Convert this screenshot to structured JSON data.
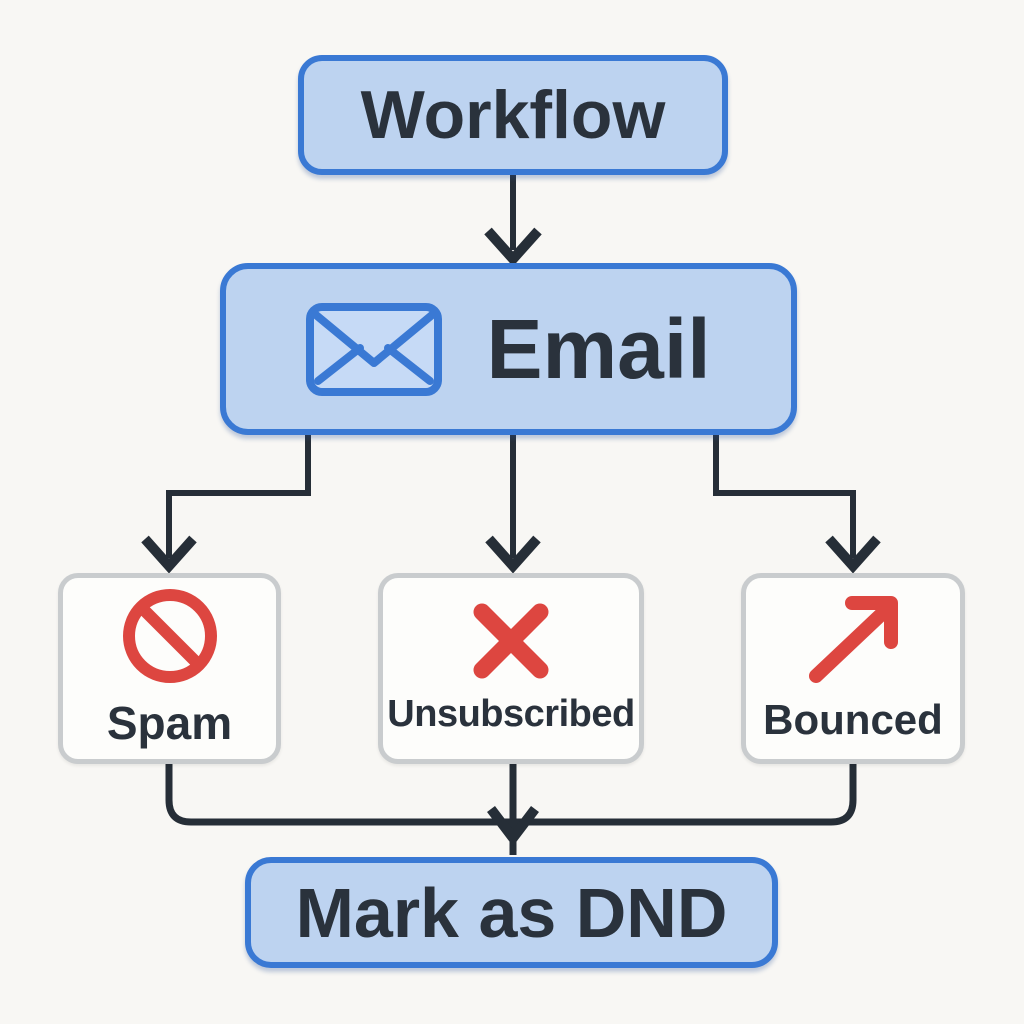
{
  "colors": {
    "background": "#f8f7f4",
    "node_fill_blue": "#bdd3f0",
    "node_border_blue": "#3a79d4",
    "node_fill_white": "#fdfdfb",
    "node_border_gray": "#c9ccce",
    "connector": "#262e37",
    "text_dark": "#2a323c",
    "icon_red": "#dd4640",
    "icon_blue": "#3a79d4",
    "envelope_fill": "#c6daf6"
  },
  "nodes": {
    "workflow": {
      "label": "Workflow"
    },
    "email": {
      "label": "Email",
      "icon": "envelope-icon"
    },
    "spam": {
      "label": "Spam",
      "icon": "prohibition-icon"
    },
    "unsubscribed": {
      "label": "Unsubscribed",
      "icon": "cross-icon"
    },
    "bounced": {
      "label": "Bounced",
      "icon": "arrow-up-right-icon"
    },
    "mark_as_dnd": {
      "label": "Mark as DND"
    }
  },
  "edges": [
    {
      "from": "workflow",
      "to": "email"
    },
    {
      "from": "email",
      "to": "spam"
    },
    {
      "from": "email",
      "to": "unsubscribed"
    },
    {
      "from": "email",
      "to": "bounced"
    },
    {
      "from": "spam",
      "to": "mark_as_dnd"
    },
    {
      "from": "unsubscribed",
      "to": "mark_as_dnd"
    },
    {
      "from": "bounced",
      "to": "mark_as_dnd"
    }
  ]
}
